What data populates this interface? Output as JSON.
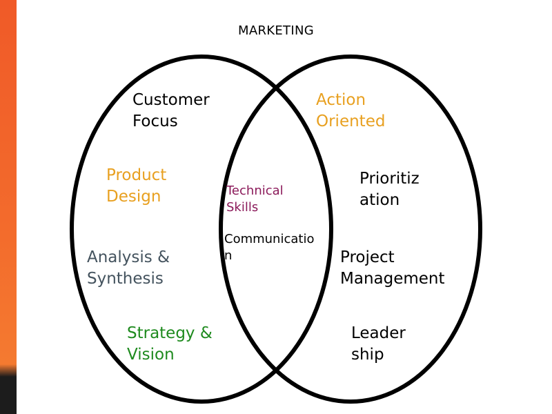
{
  "title": "MARKETING",
  "colors": {
    "black": "#000000",
    "orange": "#e8a020",
    "purple": "#8b1a5a",
    "slate": "#44535e",
    "green": "#1e8a1e",
    "accent_bar": "#f05a28"
  },
  "left_circle": {
    "customer_focus": "Customer\nFocus",
    "product_design": "Product\nDesign",
    "analysis_synthesis": "Analysis &\nSynthesis",
    "strategy_vision": "Strategy &\nVision"
  },
  "overlap": {
    "technical_skills": "Technical\nSkills",
    "communication": "Communicatio\nn"
  },
  "right_circle": {
    "action_oriented": "Action\nOriented",
    "prioritization": "Prioritiz\nation",
    "project_management": "Project\nManagement",
    "leadership": "Leader\nship"
  }
}
